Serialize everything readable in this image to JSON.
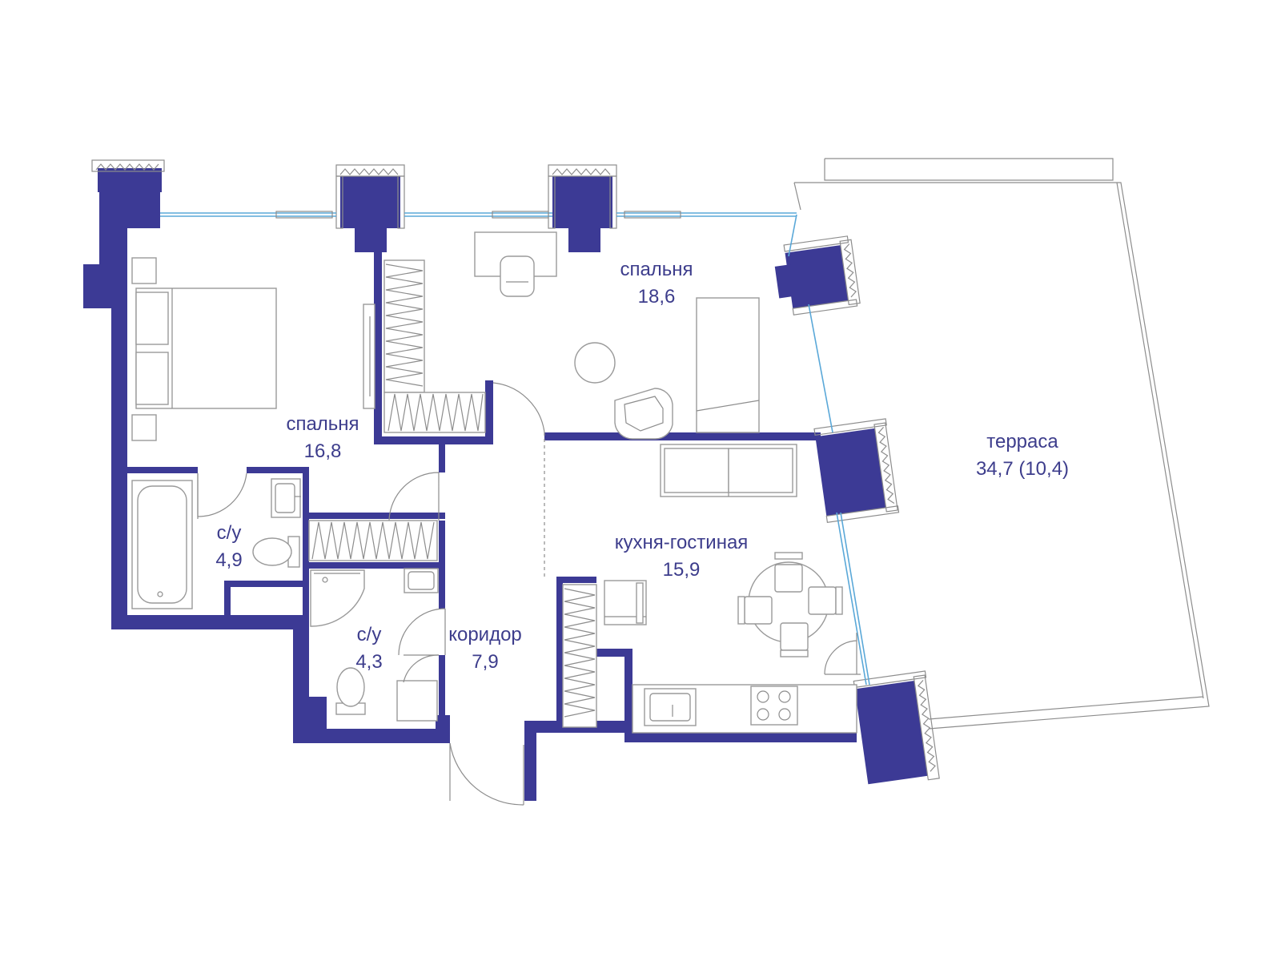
{
  "colors": {
    "wall": "#3c3a95",
    "label_text": "#3d3d8c",
    "furniture_stroke": "#9a9a9a",
    "glazing": "#5aa8d8",
    "background": "#ffffff"
  },
  "rooms": {
    "bedroom_1": {
      "name": "спальня",
      "area": "16,8"
    },
    "bedroom_2": {
      "name": "спальня",
      "area": "18,6"
    },
    "bath_1": {
      "name": "с/у",
      "area": "4,9"
    },
    "bath_2": {
      "name": "с/у",
      "area": "4,3"
    },
    "corridor": {
      "name": "коридор",
      "area": "7,9"
    },
    "kitchen_living": {
      "name": "кухня-гостиная",
      "area": "15,9"
    },
    "terrace": {
      "name": "терраса",
      "area": "34,7 (10,4)"
    }
  },
  "icons": [
    "bed-icon",
    "bathtub-icon",
    "toilet-icon",
    "sink-icon",
    "shower-icon",
    "wardrobe-icon",
    "desk-icon",
    "chair-icon",
    "sofa-icon",
    "dining-table-icon",
    "stove-icon",
    "door-swing-icon",
    "column-icon"
  ]
}
